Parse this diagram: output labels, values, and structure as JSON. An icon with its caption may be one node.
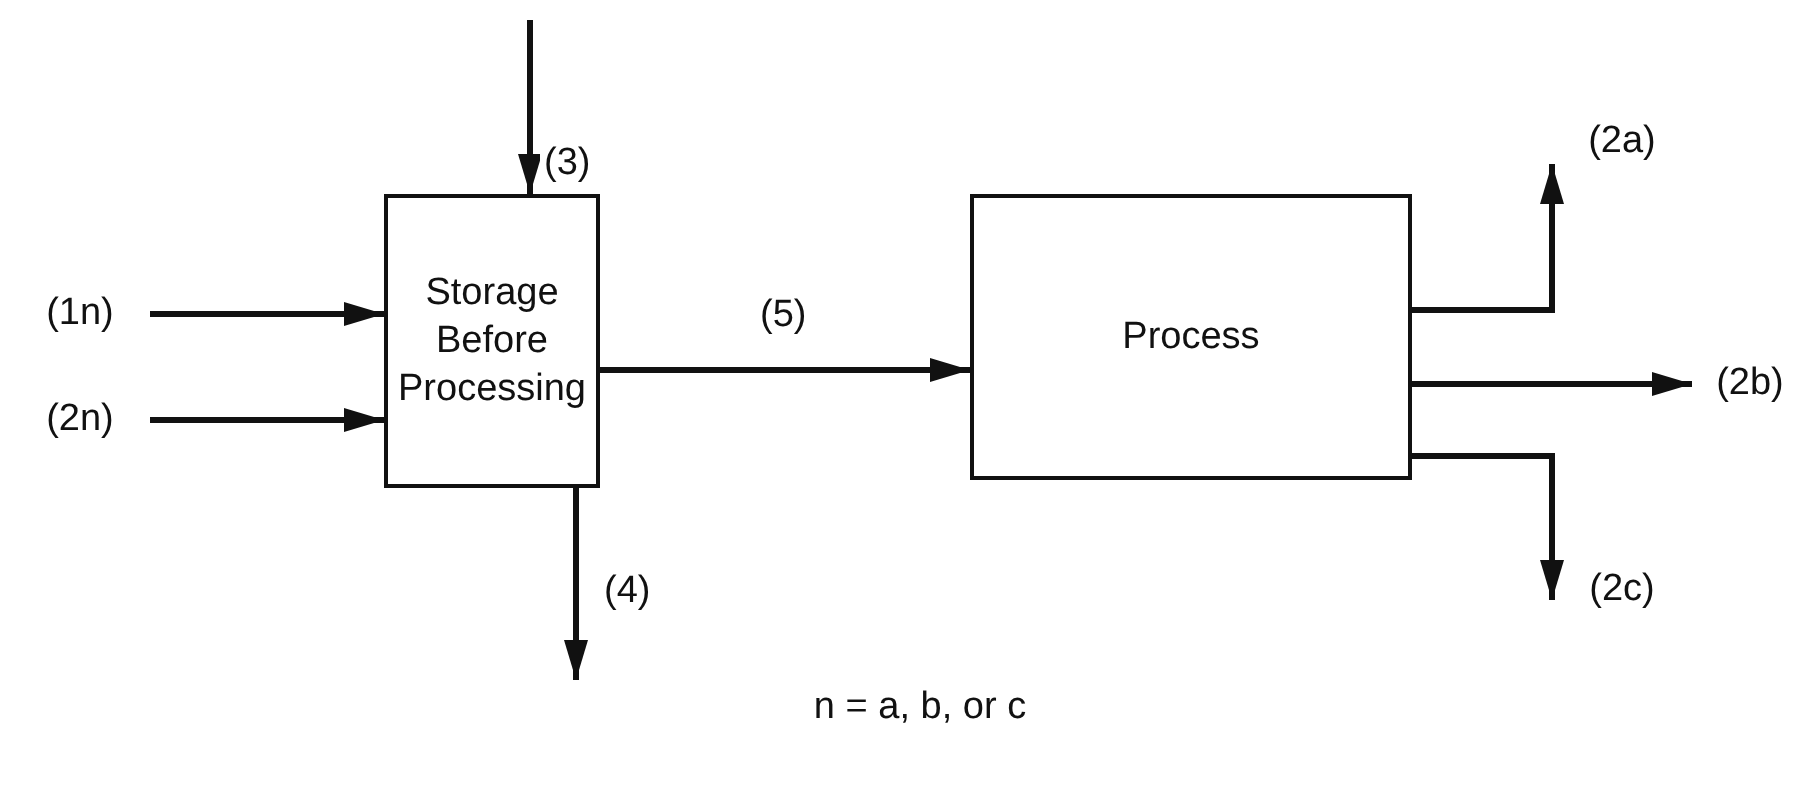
{
  "diagram": {
    "nodes": [
      {
        "text": [
          "(1n)"
        ]
      },
      {
        "text": [
          "(2n)"
        ]
      },
      {
        "text": [
          "Storage Before Processing"
        ]
      },
      {
        "text": [
          "Process"
        ]
      },
      {
        "text": [
          "(2a)"
        ]
      },
      {
        "text": [
          "(2b)"
        ]
      },
      {
        "text": [
          "(2c)"
        ]
      }
    ],
    "edges": [
      {
        "from": 0,
        "to": 2,
        "arrow": "to"
      },
      {
        "from": 1,
        "to": 2,
        "arrow": "to"
      },
      {
        "from": null,
        "to": 2,
        "arrow": "to",
        "label": "(3)"
      },
      {
        "from": 2,
        "to": null,
        "arrow": "to",
        "label": "(4)"
      },
      {
        "from": 2,
        "to": 3,
        "arrow": "to",
        "label": "(5)"
      },
      {
        "from": 3,
        "to": 4,
        "arrow": "to"
      },
      {
        "from": 3,
        "to": 5,
        "arrow": "to"
      },
      {
        "from": 3,
        "to": 6,
        "arrow": "to"
      }
    ],
    "labels": [
      "n = a, b, or c"
    ]
  }
}
